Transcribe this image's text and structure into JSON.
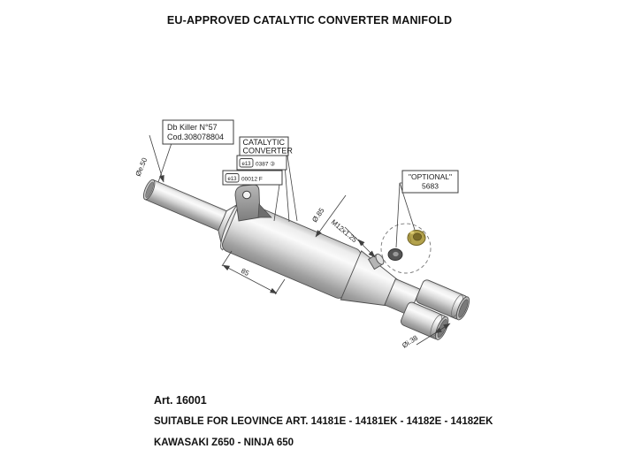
{
  "title": "EU-APPROVED CATALYTIC CONVERTER MANIFOLD",
  "drawing": {
    "db_killer": {
      "line1": "Db Killer N°57",
      "line2": "Cod.308078804"
    },
    "catalytic": {
      "line1": "CATALYTIC",
      "line2": "CONVERTER"
    },
    "emark_top": {
      "chip": "e13",
      "code": "0387 ③"
    },
    "emark_bottom": {
      "chip": "e13",
      "code": "00012 F"
    },
    "optional": {
      "line1": "\"OPTIONAL\"",
      "line2": "5683"
    },
    "dims": {
      "inlet": "Øe.50",
      "body": "Ø.85",
      "thread": "M12x1.25",
      "length": "85",
      "outlet": "Øi.38"
    }
  },
  "footer": {
    "article": "Art. 16001",
    "suitable": "SUITABLE FOR LEOVINCE ART. 14181E - 14181EK - 14182E - 14182EK",
    "vehicle": "KAWASAKI Z650 - NINJA 650"
  },
  "colors": {
    "metal_light": "#fafafa",
    "metal_dark": "#8c8c8c",
    "nut_gold": "#b3a24c",
    "line": "#3f3f3f"
  }
}
